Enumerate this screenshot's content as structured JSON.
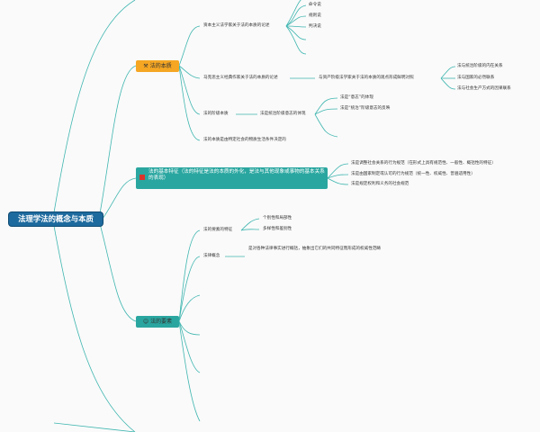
{
  "root": {
    "label": "法理学法的概念与本质"
  },
  "branch1": {
    "label": "法的本质",
    "icon": "tools-icon",
    "capitalist": {
      "label": "资本主义法学家关于法的本质的论述",
      "items": [
        "命令说",
        "规则说",
        "判决说"
      ]
    },
    "marxist": {
      "label": "马克思主义经典作家关于法的本质的论述",
      "detail": "与资产阶级法学家关于法的本质的观点形成鲜明对照",
      "items": [
        "法与统治阶级的内在关系",
        "法与国家的必然联系",
        "法与社会生产方式的因果联系"
      ]
    },
    "class_nature": {
      "label": "法的阶级本质",
      "detail": "法是统治阶级意志的体现",
      "items": [
        "法是“意志”的体现",
        "法是“统治”阶级意志的反映"
      ]
    },
    "material": {
      "label": "法的本质是由特定社会的物质生活条件决定的"
    }
  },
  "branch2": {
    "label": "法的基本特征（法的特征是法的本质的外化，是法与其他现象或事物的基本关系的表现）",
    "items": [
      "法是调整社会关系的行为规范（在形式上具有规范性、一般性、概括性的特征）",
      "法是由国家制定或认可的行为规范（统一性、权威性、普遍适用性）",
      "法是规定权利和义务的社会规范"
    ]
  },
  "branch3": {
    "label": "法的要素",
    "icon": "mask-icon",
    "elements_features": {
      "label": "法的要素的特征",
      "items": [
        "个别性和局部性",
        "多样性和差别性"
      ]
    },
    "concept": {
      "label": "法律概念",
      "detail": "是对各种法律事实进行概括，抽象出它们的共同特征而形成的权威性范畴"
    }
  },
  "colors": {
    "root": "#1d6a9e",
    "orange": "#f5a623",
    "teal": "#2aa6a0",
    "line": "#3fb6b0"
  }
}
